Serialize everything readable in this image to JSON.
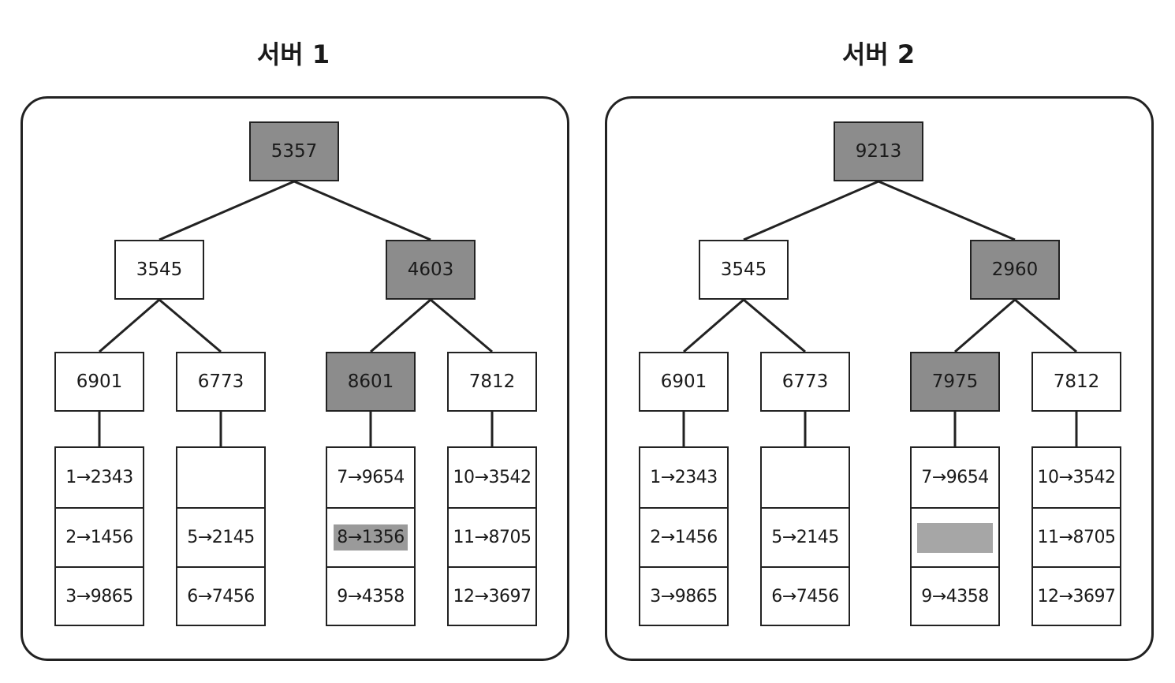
{
  "servers": [
    {
      "title": "서버 1",
      "root": {
        "label": "5357",
        "highlight": true
      },
      "level1": [
        {
          "label": "3545",
          "highlight": false
        },
        {
          "label": "4603",
          "highlight": true
        }
      ],
      "level2": [
        {
          "label": "6901",
          "highlight": false
        },
        {
          "label": "6773",
          "highlight": false
        },
        {
          "label": "8601",
          "highlight": true
        },
        {
          "label": "7812",
          "highlight": false
        }
      ],
      "leaves": [
        [
          {
            "text": "1→2343"
          },
          {
            "text": "2→1456"
          },
          {
            "text": "3→9865"
          }
        ],
        [
          {
            "text": ""
          },
          {
            "text": "5→2145"
          },
          {
            "text": "6→7456"
          }
        ],
        [
          {
            "text": "7→9654"
          },
          {
            "text": "8→1356",
            "highlight": true
          },
          {
            "text": "9→4358"
          }
        ],
        [
          {
            "text": "10→3542"
          },
          {
            "text": "11→8705"
          },
          {
            "text": "12→3697"
          }
        ]
      ]
    },
    {
      "title": "서버 2",
      "root": {
        "label": "9213",
        "highlight": true
      },
      "level1": [
        {
          "label": "3545",
          "highlight": false
        },
        {
          "label": "2960",
          "highlight": true
        }
      ],
      "level2": [
        {
          "label": "6901",
          "highlight": false
        },
        {
          "label": "6773",
          "highlight": false
        },
        {
          "label": "7975",
          "highlight": true
        },
        {
          "label": "7812",
          "highlight": false
        }
      ],
      "leaves": [
        [
          {
            "text": "1→2343"
          },
          {
            "text": "2→1456"
          },
          {
            "text": "3→9865"
          }
        ],
        [
          {
            "text": ""
          },
          {
            "text": "5→2145"
          },
          {
            "text": "6→7456"
          }
        ],
        [
          {
            "text": "7→9654"
          },
          {
            "text": "",
            "highlight": true
          },
          {
            "text": "9→4358"
          }
        ],
        [
          {
            "text": "10→3542"
          },
          {
            "text": "11→8705"
          },
          {
            "text": "12→3697"
          }
        ]
      ]
    }
  ]
}
